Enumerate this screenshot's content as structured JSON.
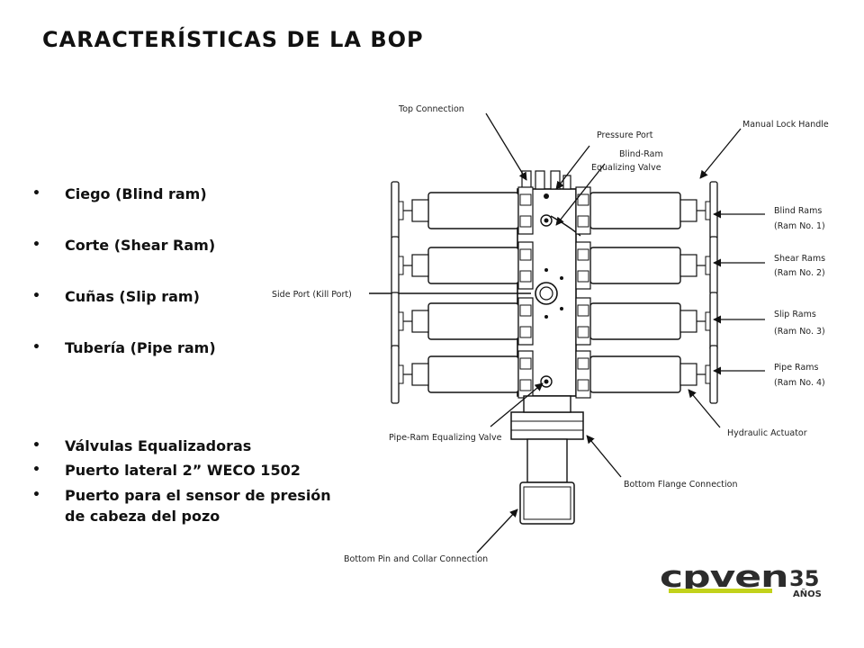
{
  "title": "CARACTERÍSTICAS DE LA BOP",
  "bullets": [
    "Ciego (Blind ram)",
    "Corte (Shear Ram)",
    "Cuñas (Slip ram)",
    "Tubería (Pipe ram)",
    "Válvulas Equalizadoras",
    "Puerto lateral 2” WECO 1502",
    "Puerto para el sensor de presión",
    "de cabeza del pozo"
  ],
  "bullet_symbol": "•",
  "diagram_labels": {
    "top_connection": "Top Connection",
    "manual_lock_handle": "Manual Lock Handle",
    "pressure_port": "Pressure Port",
    "blind_ram_eq_1": "Blind-Ram",
    "blind_ram_eq_2": "Equalizing Valve",
    "blind_rams": "Blind Rams",
    "blind_rams_no": "(Ram No. 1)",
    "shear_rams": "Shear Rams",
    "shear_rams_no": "(Ram No. 2)",
    "side_port": "Side Port (Kill Port)",
    "slip_rams": "Slip Rams",
    "slip_rams_no": "(Ram No. 3)",
    "pipe_rams": "Pipe Rams",
    "pipe_rams_no": "(Ram No. 4)",
    "pipe_ram_eq": "Pipe-Ram Equalizing Valve",
    "hydraulic_actuator": "Hydraulic Actuator",
    "bottom_flange": "Bottom Flange Connection",
    "bottom_pin": "Bottom Pin and Collar Connection"
  },
  "logo": {
    "wordmark": "cpven",
    "number": "35",
    "sub": "AÑOS"
  },
  "colors": {
    "logo_dark": "#2c2c2c",
    "logo_accent": "#c2d21b"
  }
}
